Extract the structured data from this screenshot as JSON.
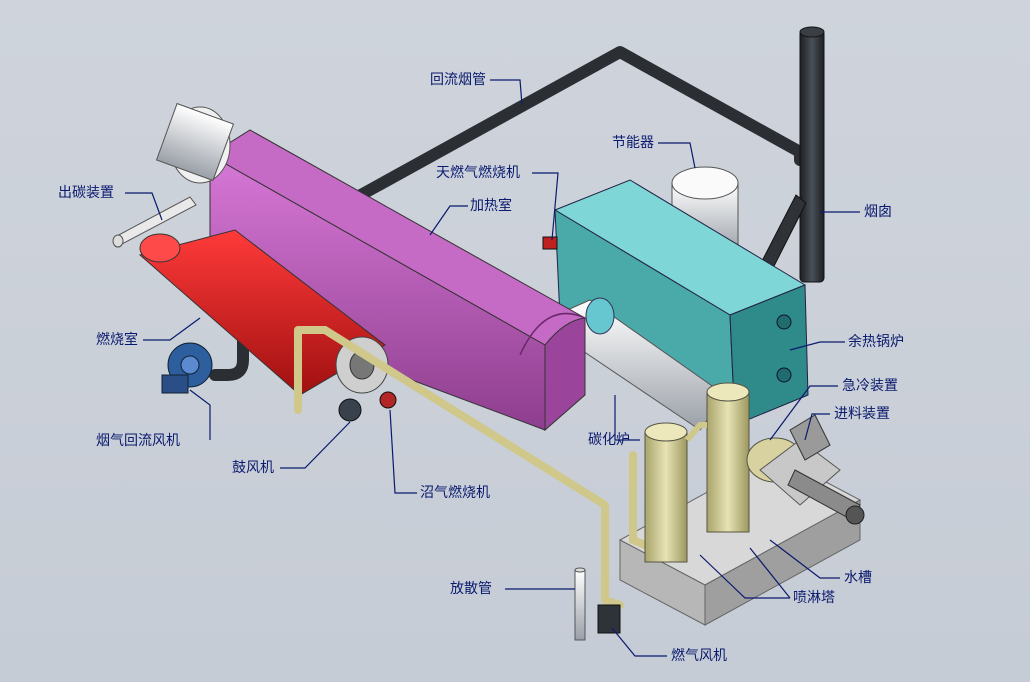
{
  "labels": {
    "chutan": "出碳装置",
    "huiliu_yanguan": "回流烟管",
    "jieneng": "节能器",
    "tianranqi": "天燃气燃烧机",
    "jiare": "加热室",
    "yancong": "烟囱",
    "ranshao": "燃烧室",
    "yure": "余热锅炉",
    "yanqi_huiliu": "烟气回流风机",
    "jileng": "急冷装置",
    "jinliao": "进料装置",
    "tanhua": "碳化炉",
    "gufeng": "鼓风机",
    "zhaoqi": "沼气燃烧机",
    "shuicao": "水槽",
    "fangsan": "放散管",
    "penlin": "喷淋塔",
    "ranqi_fengji": "燃气风机"
  },
  "colors": {
    "heating_chamber": "#b555b5",
    "combustion_chamber": "#d62020",
    "waste_heat_boiler": "#5bbcbc",
    "flue_pipe": "#2f3338",
    "gas_pipe": "#d6cf8e",
    "spray_tower": "#d9d5a0",
    "label_text": "#0a1a6e"
  },
  "icons": [
    "blower-icon",
    "burner-icon",
    "valve-icon"
  ]
}
